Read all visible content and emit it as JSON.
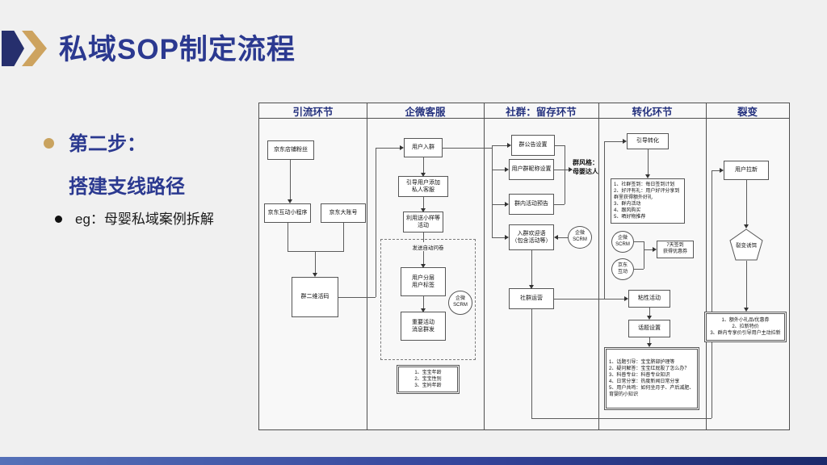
{
  "slide": {
    "title": "私域SOP制定流程",
    "step_label": "第二步：",
    "step_title": "搭建支线路径",
    "step_note": "eg：母婴私域案例拆解"
  },
  "colors": {
    "navy": "#2b3990",
    "gold": "#c9a35f",
    "slide_bg": "#f0f0f0",
    "bar_gradient_start": "#5571b8",
    "bar_gradient_end": "#1b2a6b"
  },
  "flowchart": {
    "lane_headers": [
      "引流环节",
      "企微客服",
      "社群：留存环节",
      "转化环节",
      "裂变"
    ],
    "acquisition": {
      "jd_store_fans": "京东店铺粉丝",
      "jd_mini_program": "京东互动小程序",
      "jd_main_account": "京东大账号",
      "group_qr_code": "群二维活码"
    },
    "wecom_service": {
      "user_join_group": "用户入群",
      "guide_add_private_cs": "引导用户添加\n私人客服",
      "sample_activity": "利用送小样等\n活动",
      "auto_survey_title": "发送自动问卷",
      "user_tiering": "用户分层\n用户标签",
      "wecom_scrm": "企微\nSCRM",
      "key_activity_broadcast": "重要活动\n消息群发",
      "survey_items": "1、宝宝年龄\n2、宝宝性别\n3、宝妈年龄"
    },
    "community_retention": {
      "group_announcement": "群公告设置",
      "group_nickname": "用户群昵称设置",
      "activity_preview": "群内活动预告",
      "welcome_message": "入群欢迎语\n（包含活动等）",
      "wecom_scrm": "企微\nSCRM",
      "group_style_note": "群风格：\n母婴达人",
      "community_operation": "社群运营"
    },
    "conversion": {
      "guide_conversion": "引导转化",
      "tactics": "1、社群签到：每日签到计划\n2、好评有礼：用户好评分享到群里获得额外好礼\n3、群内活动\n4、跟风购买\n5、晒好物推荐",
      "wecom_scrm": "企微\nSCRM",
      "jd_interaction": "京东\n互动",
      "checkin_coupon": "7天签到\n获得优惠券",
      "sticky_activity": "粘性活动",
      "topic_setting": "话题设置",
      "topics": "1、话题引导：宝宝脐部护理等\n2、疑问解答：宝宝红屁股了怎么办？\n3、科普专业：科普专业知识\n4、日常分享：热度新闻日常分享\n5、用户共鸣：如何坐月子、产后减肥、育婴的小知识"
    },
    "fission": {
      "user_referral": "用户拉新",
      "fission_bait": "裂变诱饵",
      "incentives": "1、额外小礼品/优惠券\n2、拉新特价\n3、群内专享价引导用户主动拉新"
    }
  }
}
